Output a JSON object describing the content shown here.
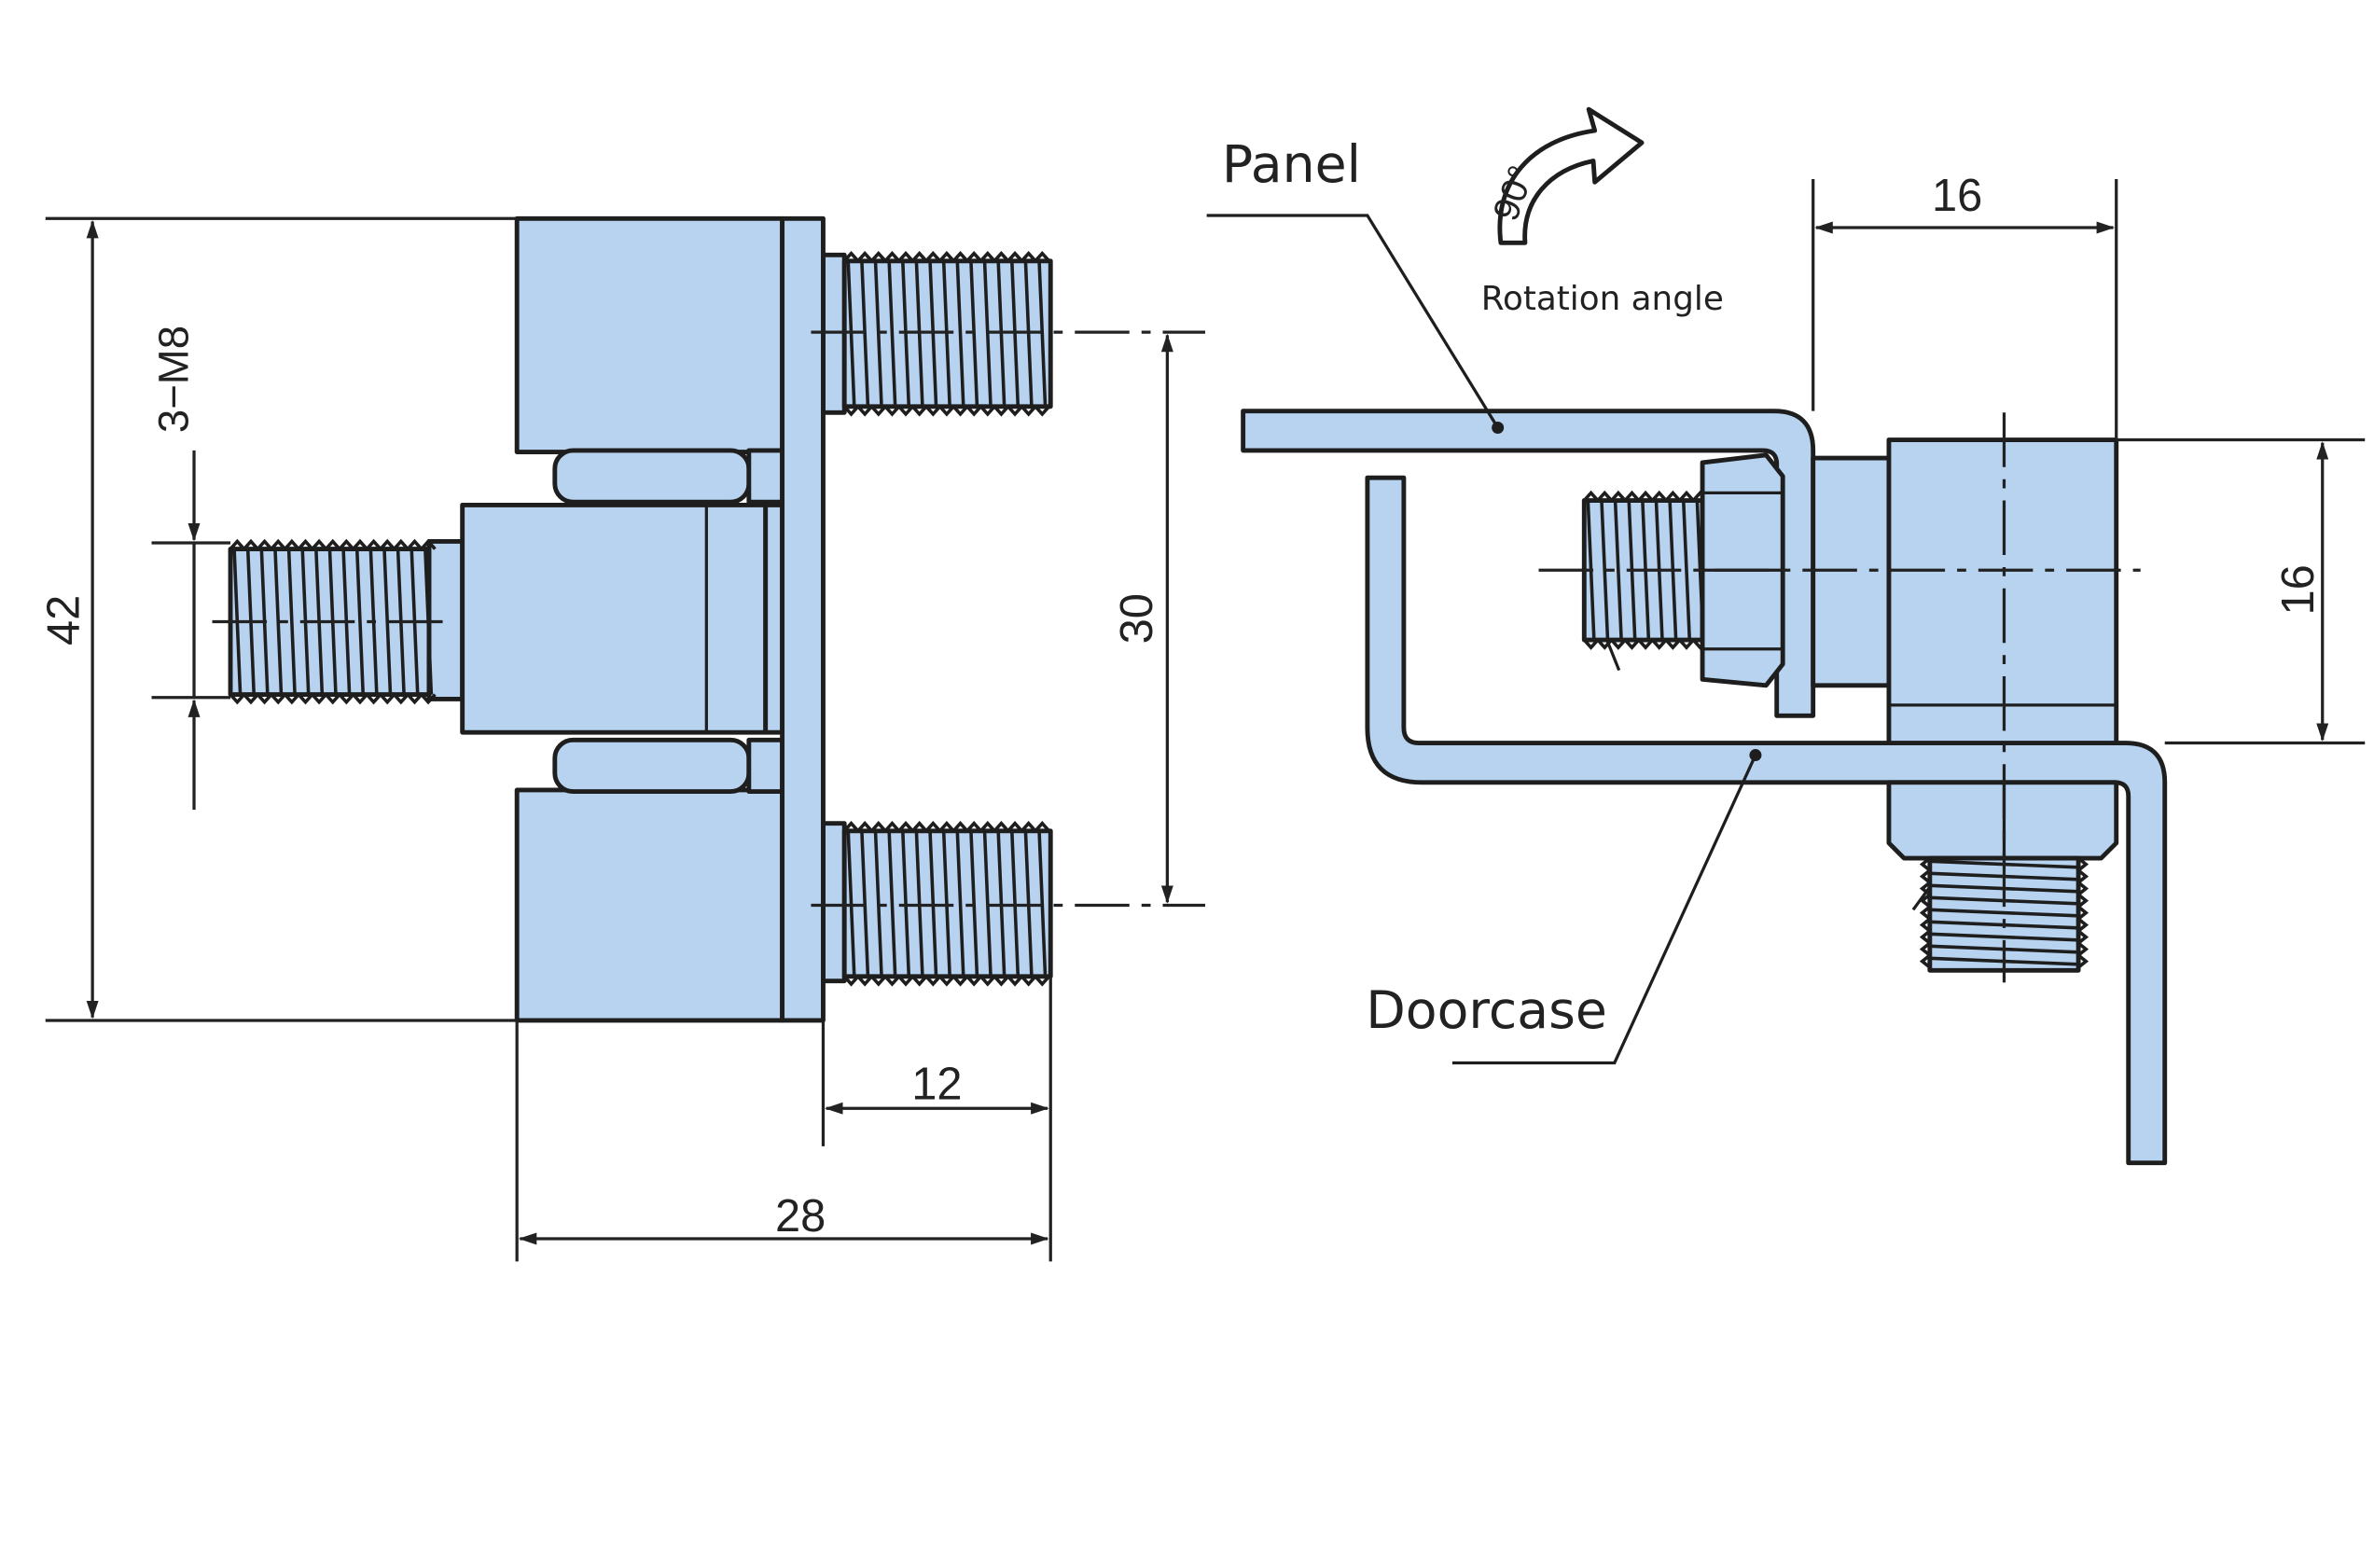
{
  "diagram": {
    "colors": {
      "part_fill": "#b7d3f0",
      "line": "#1e1e1e",
      "background": "#ffffff"
    },
    "front_view": {
      "dimensions": {
        "height_overall": "42",
        "thread_spec": "3−M8",
        "bolt_spacing": "30",
        "bolt_length": "12",
        "depth_overall": "28"
      }
    },
    "side_view": {
      "labels": {
        "panel": "Panel",
        "doorcase": "Doorcase",
        "rotation_angle": "Rotation angle",
        "rotation_value": "90°"
      },
      "icons": {
        "rotation": "curved-arrow-icon"
      },
      "dimensions": {
        "width_top": "16",
        "height_right": "16"
      }
    }
  }
}
